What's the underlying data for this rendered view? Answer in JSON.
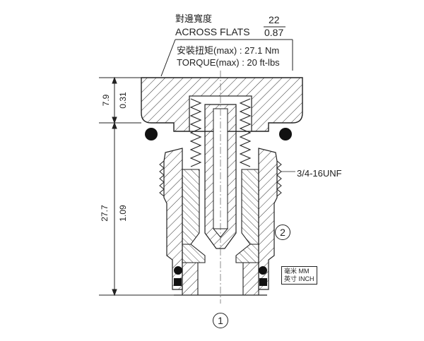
{
  "title_cn": "對邊寬度",
  "title_en": "ACROSS FLATS",
  "flats_mm": "22",
  "flats_in": "0.87",
  "torque_cn": "安裝扭矩(max) : 27.1 Nm",
  "torque_en": "TORQUE(max) : 20 ft-lbs",
  "thread": "3/4-16UNF",
  "dim_top_mm": "7.9",
  "dim_top_in": "0.31",
  "dim_main_mm": "27.7",
  "dim_main_in": "1.09",
  "port_1": "1",
  "port_2": "2",
  "unit_mm": "毫米 MM",
  "unit_in": "英寸 INCH"
}
